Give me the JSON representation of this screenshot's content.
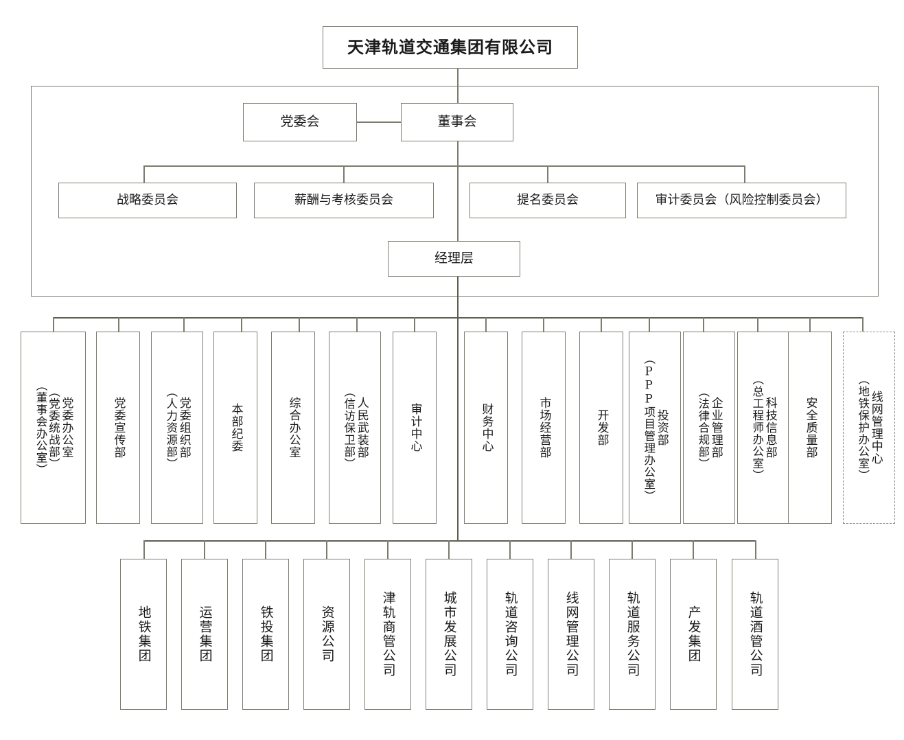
{
  "chart_title": "天津轨道交通集团有限公司",
  "root": {
    "label": "天津轨道交通集团有限公司"
  },
  "governance": {
    "party_committee": "党委会",
    "board": "董事会",
    "management": "经理层",
    "committees": [
      {
        "label": "战略委员会"
      },
      {
        "label": "薪酬与考核委员会"
      },
      {
        "label": "提名委员会"
      },
      {
        "label": "审计委员会（风险控制委员会）"
      }
    ]
  },
  "departments": [
    {
      "main": "党委办公室",
      "alt1": "（党委统战部）",
      "alt2": "（董事会办公室）",
      "dashed": false
    },
    {
      "main": "党委宣传部",
      "alt1": "",
      "alt2": "",
      "dashed": false
    },
    {
      "main": "党委组织部",
      "alt1": "（人力资源部）",
      "alt2": "",
      "dashed": false
    },
    {
      "main": "本部纪委",
      "alt1": "",
      "alt2": "",
      "dashed": false
    },
    {
      "main": "综合办公室",
      "alt1": "",
      "alt2": "",
      "dashed": false
    },
    {
      "main": "人民武装部",
      "alt1": "（信访保卫部）",
      "alt2": "",
      "dashed": false
    },
    {
      "main": "审计中心",
      "alt1": "",
      "alt2": "",
      "dashed": false
    },
    {
      "main": "财务中心",
      "alt1": "",
      "alt2": "",
      "dashed": false
    },
    {
      "main": "市场经营部",
      "alt1": "",
      "alt2": "",
      "dashed": false
    },
    {
      "main": "开发部",
      "alt1": "",
      "alt2": "",
      "dashed": false
    },
    {
      "main": "投资部",
      "alt1": "（PPP项目管理办公室）",
      "alt2": "",
      "dashed": false
    },
    {
      "main": "企业管理部",
      "alt1": "（法律合规部）",
      "alt2": "",
      "dashed": false
    },
    {
      "main": "科技信息部",
      "alt1": "（总工程师办公室）",
      "alt2": "",
      "dashed": false
    },
    {
      "main": "安全质量部",
      "alt1": "",
      "alt2": "",
      "dashed": false
    },
    {
      "main": "线网管理中心",
      "alt1": "（地铁保护办公室）",
      "alt2": "",
      "dashed": true
    }
  ],
  "subsidiaries": [
    {
      "label": "地铁集团"
    },
    {
      "label": "运营集团"
    },
    {
      "label": "铁投集团"
    },
    {
      "label": "资源公司"
    },
    {
      "label": "津轨商管公司"
    },
    {
      "label": "城市发展公司"
    },
    {
      "label": "轨道咨询公司"
    },
    {
      "label": "线网管理公司"
    },
    {
      "label": "轨道服务公司"
    },
    {
      "label": "产发集团"
    },
    {
      "label": "轨道酒管公司"
    }
  ],
  "colors": {
    "line": "#7b7b6e",
    "line_thick": "#5e5e50",
    "text": "#1a1a1a",
    "background": "#ffffff"
  }
}
